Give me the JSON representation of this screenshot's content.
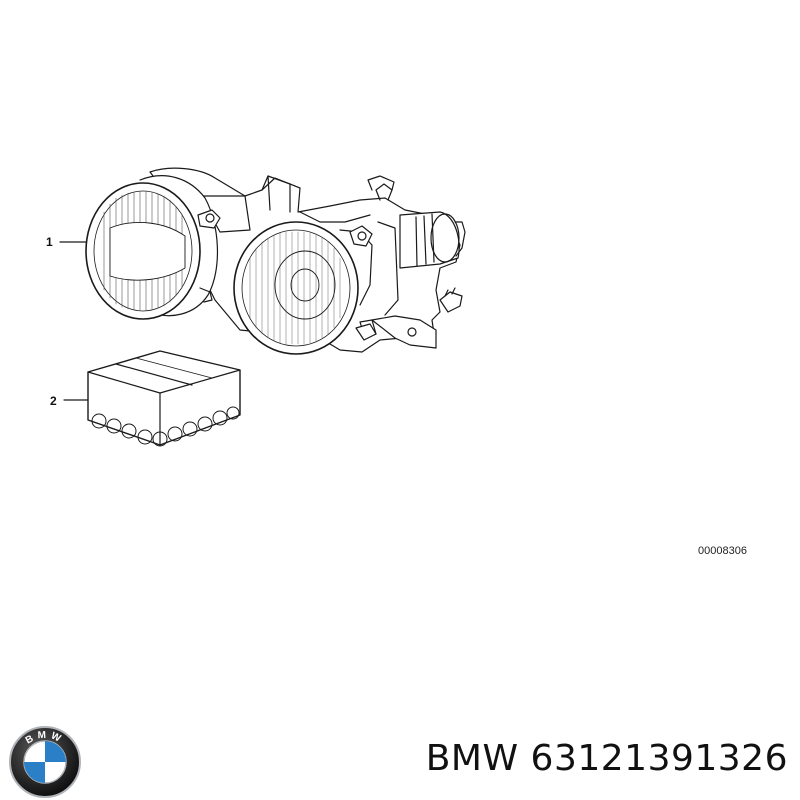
{
  "callouts": [
    {
      "number": "1"
    },
    {
      "number": "2"
    }
  ],
  "diagram_ref": "00008306",
  "caption": {
    "brand": "BMW",
    "part_number": "63121391326"
  },
  "logo": {
    "icon": "bmw-roundel-icon",
    "letters": "BMW",
    "colors": {
      "ring": "#111111",
      "blue": "#2a7fc7",
      "white": "#ffffff",
      "silver": "#b0b4b8"
    }
  }
}
